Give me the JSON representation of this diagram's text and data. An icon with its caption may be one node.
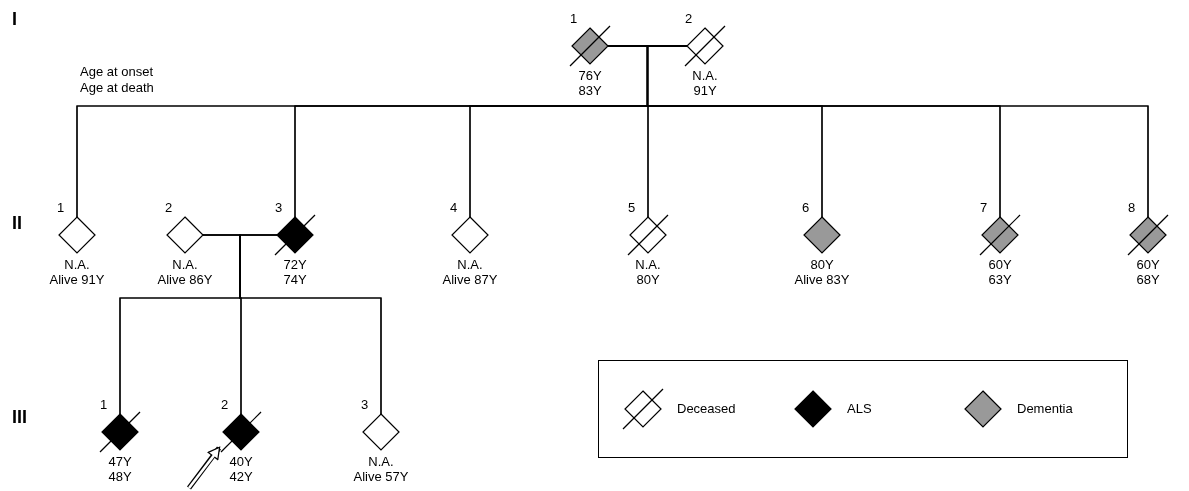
{
  "diagram": {
    "nodes": [
      {
        "text": [
          "1"
        ],
        "beside": [
          "76Y",
          "83Y"
        ]
      },
      {
        "text": [
          "2"
        ],
        "beside": [
          "N.A.",
          "91Y"
        ]
      },
      {
        "text": [
          "1"
        ],
        "beside": [
          "N.A.",
          "Alive 91Y"
        ]
      },
      {
        "text": [
          "2"
        ],
        "beside": [
          "N.A.",
          "Alive 86Y"
        ]
      },
      {
        "text": [
          "3"
        ],
        "beside": [
          "72Y",
          "74Y"
        ]
      },
      {
        "text": [
          "4"
        ],
        "beside": [
          "N.A.",
          "Alive 87Y"
        ]
      },
      {
        "text": [
          "5"
        ],
        "beside": [
          "N.A.",
          "80Y"
        ]
      },
      {
        "text": [
          "6"
        ],
        "beside": [
          "80Y",
          "Alive 83Y"
        ]
      },
      {
        "text": [
          "7"
        ],
        "beside": [
          "60Y",
          "63Y"
        ]
      },
      {
        "text": [
          "8"
        ],
        "beside": [
          "60Y",
          "68Y"
        ]
      },
      {
        "text": [
          "1"
        ],
        "beside": [
          "47Y",
          "48Y"
        ]
      },
      {
        "text": [
          "2"
        ],
        "beside": [
          "40Y",
          "42Y"
        ]
      },
      {
        "text": [
          "3"
        ],
        "beside": [
          "N.A.",
          "Alive 57Y"
        ]
      }
    ],
    "edges": [
      {
        "from": 0,
        "to": 1,
        "arrow": "none"
      },
      {
        "from": 0,
        "to": 2,
        "arrow": "none"
      },
      {
        "from": 1,
        "to": 2,
        "arrow": "none"
      },
      {
        "from": 0,
        "to": 4,
        "arrow": "none"
      },
      {
        "from": 1,
        "to": 4,
        "arrow": "none"
      },
      {
        "from": 0,
        "to": 5,
        "arrow": "none"
      },
      {
        "from": 1,
        "to": 5,
        "arrow": "none"
      },
      {
        "from": 0,
        "to": 6,
        "arrow": "none"
      },
      {
        "from": 1,
        "to": 6,
        "arrow": "none"
      },
      {
        "from": 0,
        "to": 7,
        "arrow": "none"
      },
      {
        "from": 1,
        "to": 7,
        "arrow": "none"
      },
      {
        "from": 0,
        "to": 8,
        "arrow": "none"
      },
      {
        "from": 1,
        "to": 8,
        "arrow": "none"
      },
      {
        "from": 0,
        "to": 9,
        "arrow": "none"
      },
      {
        "from": 1,
        "to": 9,
        "arrow": "none"
      },
      {
        "from": 3,
        "to": 4,
        "arrow": "none"
      },
      {
        "from": 3,
        "to": 10,
        "arrow": "none"
      },
      {
        "from": 4,
        "to": 10,
        "arrow": "none"
      },
      {
        "from": 3,
        "to": 11,
        "arrow": "none"
      },
      {
        "from": 4,
        "to": 11,
        "arrow": "none"
      },
      {
        "from": 3,
        "to": 12,
        "arrow": "none"
      },
      {
        "from": 4,
        "to": 12,
        "arrow": "none"
      },
      {
        "from": null,
        "to": 11,
        "arrow": "to",
        "style": "thick"
      }
    ],
    "labels": [
      "I",
      "Age at onset",
      "Age at death",
      "II",
      "III"
    ],
    "legend": [
      {
        "text": "Deceased"
      },
      {
        "text": "ALS"
      },
      {
        "text": "Dementia"
      }
    ]
  }
}
